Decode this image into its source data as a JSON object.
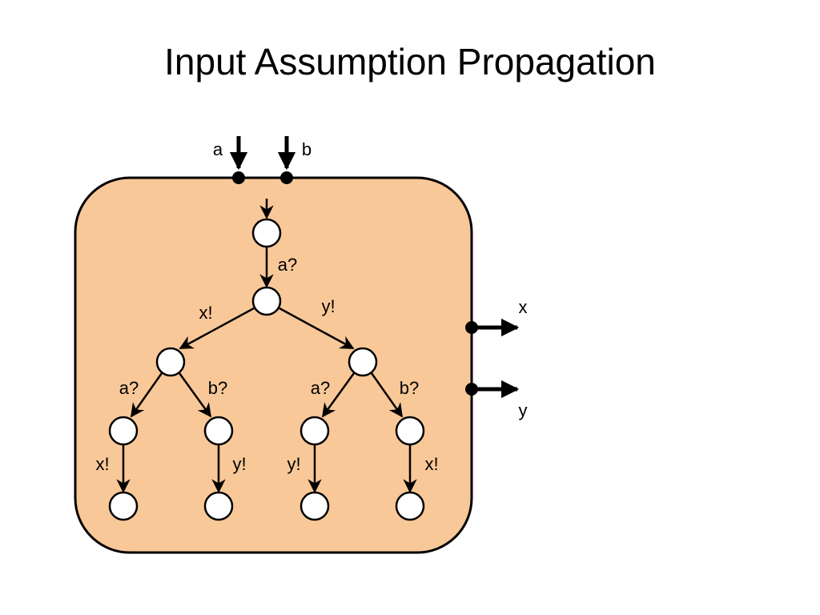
{
  "title": "Input Assumption Propagation",
  "colors": {
    "box_fill": "#F9C898",
    "stroke": "#000000",
    "node_fill": "#ffffff"
  },
  "ports": {
    "input_a": "a",
    "input_b": "b",
    "output_x": "x",
    "output_y": "y"
  },
  "edges": {
    "root_to_n1": "a?",
    "n1_to_left": "x!",
    "n1_to_right": "y!",
    "left_to_ll": "a?",
    "left_to_lr": "b?",
    "right_to_rl": "a?",
    "right_to_rr": "b?",
    "ll_to_leaf": "x!",
    "lr_to_leaf": "y!",
    "rl_to_leaf": "y!",
    "rr_to_leaf": "x!"
  }
}
